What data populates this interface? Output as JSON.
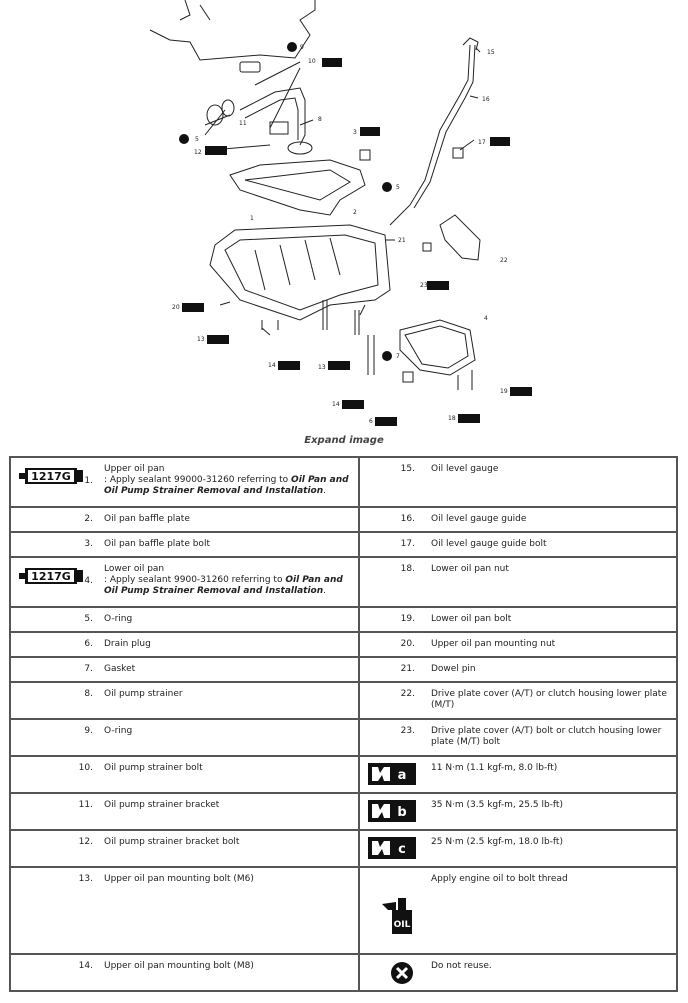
{
  "figure": {
    "caption": "Expand image",
    "callouts": [
      "1",
      "2",
      "3",
      "4",
      "5",
      "5",
      "6",
      "7",
      "8",
      "9",
      "10",
      "11",
      "12",
      "13",
      "13",
      "14",
      "14",
      "15",
      "16",
      "17",
      "18",
      "19",
      "20",
      "21",
      "22",
      "23"
    ],
    "torque_marks": [
      "a",
      "b",
      "c"
    ]
  },
  "legend": {
    "rows_left": [
      {
        "num": "1.",
        "label": "Upper oil pan",
        "note": ": Apply sealant 99000-31260 referring to ",
        "ref": "Oil Pan and Oil Pump Strainer Removal and Installation",
        "tail": ".",
        "icon": "1217G"
      },
      {
        "num": "2.",
        "label": "Oil pan baffle plate"
      },
      {
        "num": "3.",
        "label": "Oil pan baffle plate bolt"
      },
      {
        "num": "4.",
        "label": "Lower oil pan",
        "note": ": Apply sealant 9900-31260 referring to ",
        "ref": "Oil Pan and Oil Pump Strainer Removal and Installation",
        "tail": ".",
        "icon": "1217G"
      },
      {
        "num": "5.",
        "label": "O-ring"
      },
      {
        "num": "6.",
        "label": "Drain plug"
      },
      {
        "num": "7.",
        "label": "Gasket"
      },
      {
        "num": "8.",
        "label": "Oil pump strainer"
      },
      {
        "num": "9.",
        "label": "O-ring"
      },
      {
        "num": "10.",
        "label": "Oil pump strainer bolt"
      },
      {
        "num": "11.",
        "label": "Oil pump strainer bracket"
      },
      {
        "num": "12.",
        "label": "Oil pump strainer bracket bolt"
      },
      {
        "num": "13.",
        "label": "Upper oil pan mounting bolt (M6)"
      },
      {
        "num": "14.",
        "label": "Upper oil pan mounting bolt (M8)"
      }
    ],
    "rows_right": [
      {
        "num": "15.",
        "label": "Oil level gauge"
      },
      {
        "num": "16.",
        "label": "Oil level gauge guide"
      },
      {
        "num": "17.",
        "label": "Oil level gauge guide bolt"
      },
      {
        "num": "18.",
        "label": "Lower oil pan nut"
      },
      {
        "num": "19.",
        "label": "Lower oil pan bolt"
      },
      {
        "num": "20.",
        "label": "Upper oil pan mounting nut"
      },
      {
        "num": "21.",
        "label": "Dowel pin"
      },
      {
        "num": "22.",
        "label": "Drive plate cover (A/T) or clutch housing lower plate (M/T)"
      },
      {
        "num": "23.",
        "label": "Drive plate cover (A/T) bolt or clutch housing lower plate (M/T) bolt"
      },
      {
        "sym": "(a)",
        "label": "11 N·m (1.1 kgf-m, 8.0 lb-ft)"
      },
      {
        "sym": "(b)",
        "label": "35 N·m (3.5 kgf-m, 25.5 lb-ft)"
      },
      {
        "sym": "(c)",
        "label": "25 N·m (2.5 kgf-m, 18.0 lb-ft)"
      },
      {
        "sym": "oil",
        "label": "Apply engine oil to bolt thread"
      },
      {
        "sym": "x",
        "label": "Do not reuse."
      }
    ]
  }
}
